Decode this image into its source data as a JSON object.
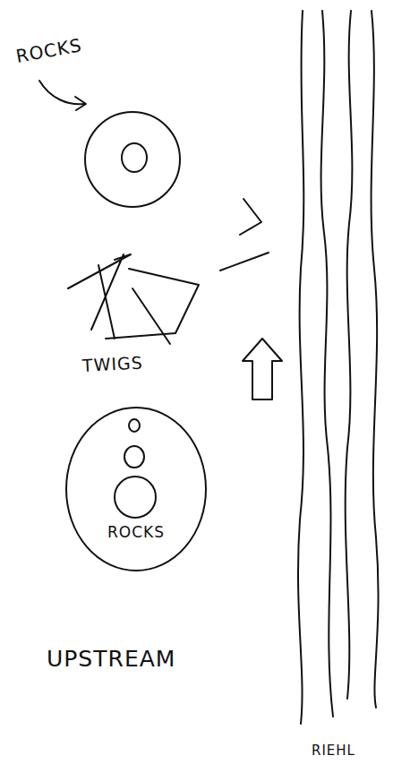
{
  "diagram": {
    "nodes": [
      {
        "text": [
          "ROCKS"
        ]
      }
    ],
    "labels": [
      "ROCKS",
      "TWIGS",
      "UPSTREAM",
      "RIEHL"
    ]
  }
}
